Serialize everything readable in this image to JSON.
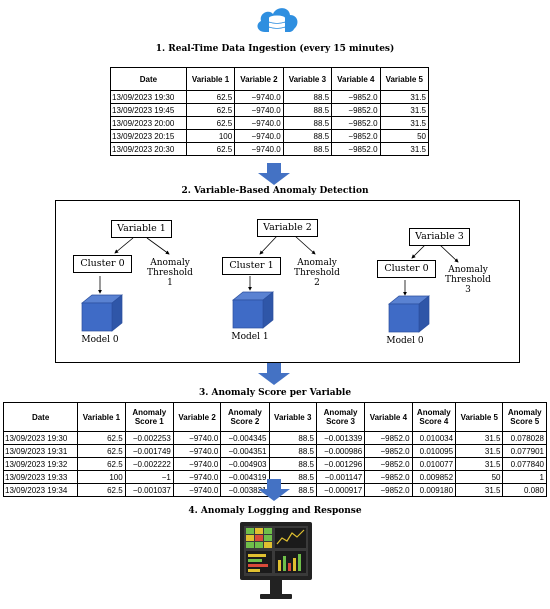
{
  "steps": {
    "step1": "1. Real-Time Data Ingestion (every 15 minutes)",
    "step2": "2. Variable-Based Anomaly Detection",
    "step3": "3. Anomaly Score per Variable",
    "step4": "4. Anomaly Logging and Response"
  },
  "table1": {
    "headers": [
      "Date",
      "Variable 1",
      "Variable 2",
      "Variable 3",
      "Variable 4",
      "Variable 5"
    ],
    "rows": [
      [
        "13/09/2023 19:30",
        "62.5",
        "−9740.0",
        "88.5",
        "−9852.0",
        "31.5"
      ],
      [
        "13/09/2023 19:45",
        "62.5",
        "−9740.0",
        "88.5",
        "−9852.0",
        "31.5"
      ],
      [
        "13/09/2023 20:00",
        "62.5",
        "−9740.0",
        "88.5",
        "−9852.0",
        "31.5"
      ],
      [
        "13/09/2023 20:15",
        "100",
        "−9740.0",
        "88.5",
        "−9852.0",
        "50"
      ],
      [
        "13/09/2023 20:30",
        "62.5",
        "−9740.0",
        "88.5",
        "−9852.0",
        "31.5"
      ]
    ]
  },
  "detection": [
    {
      "variable": "Variable 1",
      "cluster": "Cluster 0",
      "threshold": [
        "Anomaly",
        "Threshold",
        "1"
      ],
      "model": "Model 0"
    },
    {
      "variable": "Variable 2",
      "cluster": "Cluster 1",
      "threshold": [
        "Anomaly",
        "Threshold",
        "2"
      ],
      "model": "Model 1"
    },
    {
      "variable": "Variable 3",
      "cluster": "Cluster 0",
      "threshold": [
        "Anomaly",
        "Threshold",
        "3"
      ],
      "model": "Model 0"
    }
  ],
  "table2": {
    "headers": [
      [
        "Date"
      ],
      [
        "Variable 1"
      ],
      [
        "Anomaly",
        "Score 1"
      ],
      [
        "Variable 2"
      ],
      [
        "Anomaly",
        "Score 2"
      ],
      [
        "Variable 3"
      ],
      [
        "Anomaly",
        "Score 3"
      ],
      [
        "Variable 4"
      ],
      [
        "Anomaly",
        "Score 4"
      ],
      [
        "Variable 5"
      ],
      [
        "Anomaly",
        "Score 5"
      ]
    ],
    "rows": [
      [
        "13/09/2023 19:30",
        "62.5",
        "−0.002253",
        "−9740.0",
        "−0.004345",
        "88.5",
        "−0.001339",
        "−9852.0",
        "0.010034",
        "31.5",
        "0.078028"
      ],
      [
        "13/09/2023 19:31",
        "62.5",
        "−0.001749",
        "−9740.0",
        "−0.004351",
        "88.5",
        "−0.000986",
        "−9852.0",
        "0.010095",
        "31.5",
        "0.077901"
      ],
      [
        "13/09/2023 19:32",
        "62.5",
        "−0.002222",
        "−9740.0",
        "−0.004903",
        "88.5",
        "−0.001296",
        "−9852.0",
        "0.010077",
        "31.5",
        "0.077840"
      ],
      [
        "13/09/2023 19:33",
        "100",
        "−1",
        "−9740.0",
        "−0.004319",
        "88.5",
        "−0.001147",
        "−9852.0",
        "0.009852",
        "50",
        "1"
      ],
      [
        "13/09/2023 19:34",
        "62.5",
        "−0.001037",
        "−9740.0",
        "−0.003821",
        "88.5",
        "−0.000917",
        "−9852.0",
        "0.009180",
        "31.5",
        "0.080"
      ]
    ]
  },
  "icons": [
    "cloud-database-icon",
    "down-arrow-icon",
    "cube-model-icon",
    "monitor-dashboard-icon"
  ],
  "colors": {
    "arrow": "#4472C4",
    "cube_front": "#3F6BC6",
    "cloud": "#2F8FE0"
  }
}
